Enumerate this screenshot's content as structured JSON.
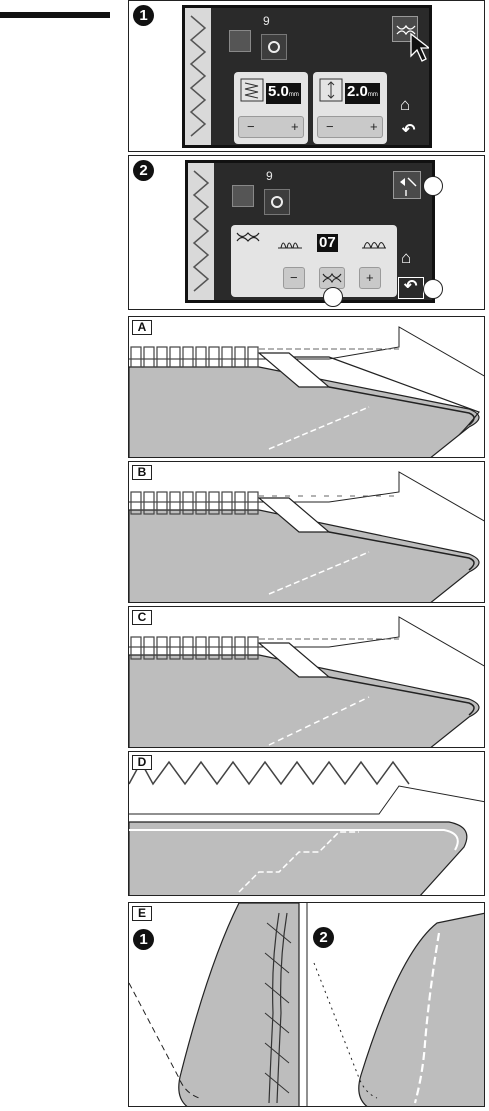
{
  "step1": {
    "number": "1",
    "pattern_number": "9",
    "width_value": "5.0",
    "width_unit": "mm",
    "length_value": "2.0",
    "length_unit": "mm",
    "minus": "−",
    "plus": "+"
  },
  "step2": {
    "number": "2",
    "pattern_number": "9",
    "counter_value": "07",
    "minus": "−",
    "plus": "+"
  },
  "panels": {
    "a": "A",
    "b": "B",
    "c": "C",
    "d": "D",
    "e": "E",
    "e_sub1": "1",
    "e_sub2": "2"
  }
}
